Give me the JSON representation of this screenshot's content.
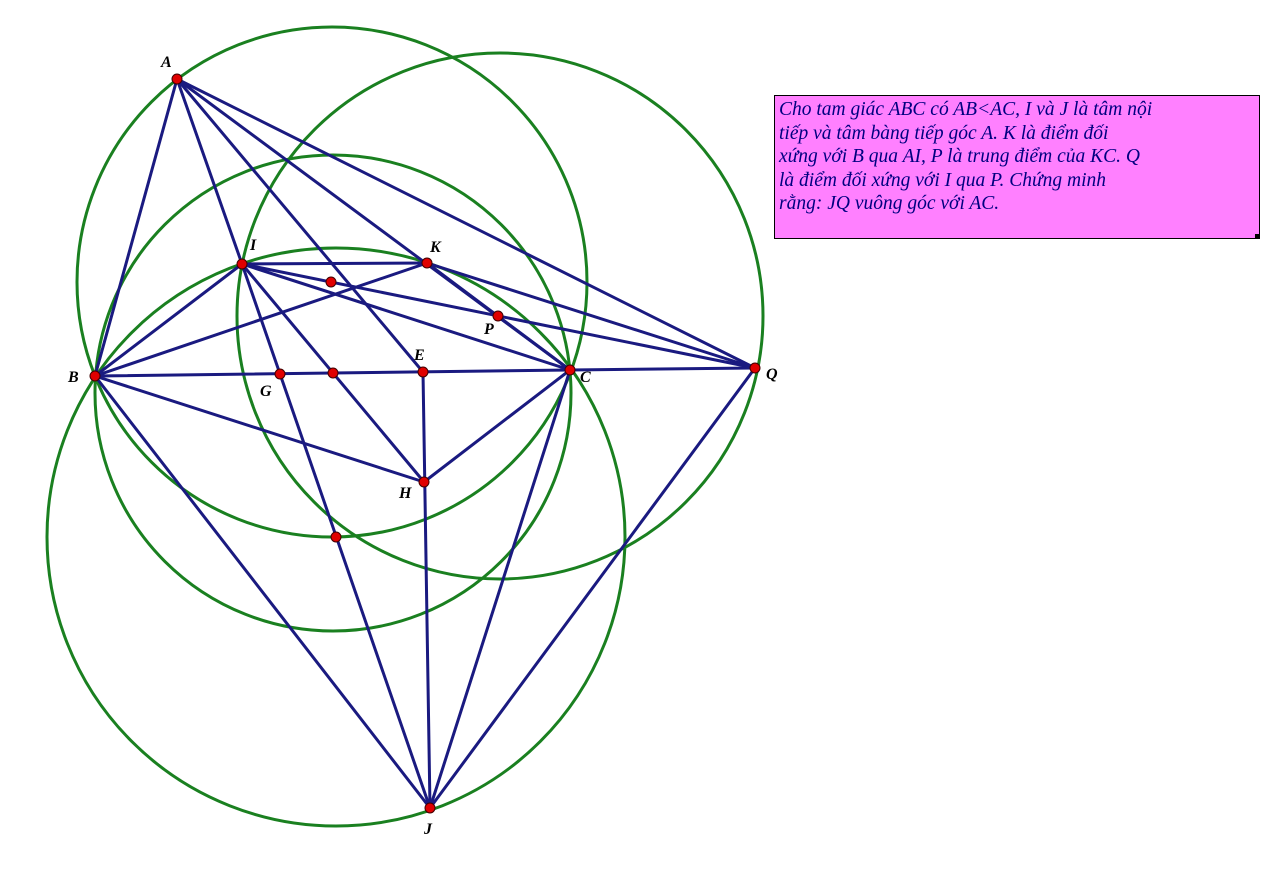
{
  "problem_text": {
    "lines": [
      "Cho tam giác ABC có AB<AC, I và J là tâm nội",
      "tiếp và tâm bàng tiếp góc A. K là điểm đối",
      "xứng với B qua AI, P là trung điểm của KC. Q",
      "là điểm đối xứng với I qua P. Chứng minh",
      "rằng: JQ vuông góc với AC."
    ]
  },
  "points": [
    {
      "id": "A",
      "label": "A"
    },
    {
      "id": "B",
      "label": "B"
    },
    {
      "id": "C",
      "label": "C"
    },
    {
      "id": "I",
      "label": "I"
    },
    {
      "id": "K",
      "label": "K"
    },
    {
      "id": "P",
      "label": "P"
    },
    {
      "id": "E",
      "label": "E"
    },
    {
      "id": "G",
      "label": "G"
    },
    {
      "id": "H",
      "label": "H"
    },
    {
      "id": "Q",
      "label": "Q"
    },
    {
      "id": "J",
      "label": "J"
    },
    {
      "id": "M1",
      "label": ""
    },
    {
      "id": "M2",
      "label": ""
    },
    {
      "id": "M3",
      "label": ""
    }
  ],
  "segments": [
    [
      "A",
      "B"
    ],
    [
      "A",
      "C"
    ],
    [
      "A",
      "Q"
    ],
    [
      "A",
      "I"
    ],
    [
      "A",
      "E"
    ],
    [
      "I",
      "J"
    ],
    [
      "I",
      "H"
    ],
    [
      "I",
      "K"
    ],
    [
      "I",
      "Q"
    ],
    [
      "I",
      "B"
    ],
    [
      "I",
      "C"
    ],
    [
      "B",
      "K"
    ],
    [
      "B",
      "C"
    ],
    [
      "B",
      "H"
    ],
    [
      "B",
      "J"
    ],
    [
      "K",
      "C"
    ],
    [
      "K",
      "Q"
    ],
    [
      "C",
      "Q"
    ],
    [
      "C",
      "H"
    ],
    [
      "C",
      "J"
    ],
    [
      "E",
      "J"
    ],
    [
      "Q",
      "J"
    ]
  ],
  "circles": [
    {
      "name": "circumcircle-ABC"
    },
    {
      "name": "circle-BIC"
    },
    {
      "name": "circle-IKC-Q"
    },
    {
      "name": "circle-BCJ"
    }
  ],
  "colors": {
    "segment": "#1a1a80",
    "circle": "#1a8020",
    "point_fill": "#e00000",
    "point_stroke": "#400000",
    "box_background": "#ff80ff",
    "box_text": "#000080"
  }
}
